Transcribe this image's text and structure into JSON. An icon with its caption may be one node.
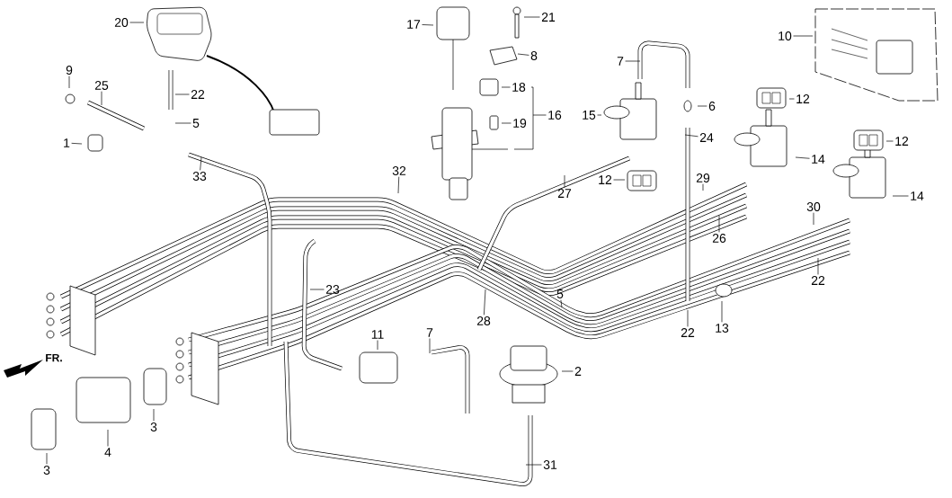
{
  "diagram": {
    "nodes": [
      {
        "text": [
          "21"
        ]
      },
      {
        "text": [
          "20"
        ]
      },
      {
        "text": [
          "17"
        ]
      },
      {
        "text": [
          "10"
        ]
      },
      {
        "text": [
          "8"
        ]
      },
      {
        "text": [
          "7"
        ]
      },
      {
        "text": [
          "9"
        ]
      },
      {
        "text": [
          "25"
        ]
      },
      {
        "text": [
          "18"
        ]
      },
      {
        "text": [
          "22"
        ]
      },
      {
        "text": [
          "12"
        ]
      },
      {
        "text": [
          "6"
        ]
      },
      {
        "text": [
          "15"
        ]
      },
      {
        "text": [
          "19"
        ]
      },
      {
        "text": [
          "16"
        ]
      },
      {
        "text": [
          "5"
        ]
      },
      {
        "text": [
          "24"
        ]
      },
      {
        "text": [
          "12"
        ]
      },
      {
        "text": [
          "1"
        ]
      },
      {
        "text": [
          "14"
        ]
      },
      {
        "text": [
          "32"
        ]
      },
      {
        "text": [
          "33"
        ]
      },
      {
        "text": [
          "29"
        ]
      },
      {
        "text": [
          "12"
        ]
      },
      {
        "text": [
          "27"
        ]
      },
      {
        "text": [
          "14"
        ]
      },
      {
        "text": [
          "30"
        ]
      },
      {
        "text": [
          "26"
        ]
      },
      {
        "text": [
          "22"
        ]
      },
      {
        "text": [
          "23"
        ]
      },
      {
        "text": [
          "5"
        ]
      },
      {
        "text": [
          "28"
        ]
      },
      {
        "text": [
          "13"
        ]
      },
      {
        "text": [
          "22"
        ]
      },
      {
        "text": [
          "7"
        ]
      },
      {
        "text": [
          "11"
        ]
      },
      {
        "text": [
          "2"
        ]
      },
      {
        "text": [
          "3"
        ]
      },
      {
        "text": [
          "4"
        ]
      },
      {
        "text": [
          "31"
        ]
      },
      {
        "text": [
          "3"
        ]
      }
    ],
    "edges": [
      {
        "from": 0,
        "to": null,
        "arrow": "none"
      },
      {
        "from": 1,
        "to": null,
        "arrow": "none"
      },
      {
        "from": 2,
        "to": null,
        "arrow": "none"
      },
      {
        "from": 3,
        "to": null,
        "arrow": "none"
      },
      {
        "from": 4,
        "to": null,
        "arrow": "none"
      },
      {
        "from": 5,
        "to": null,
        "arrow": "none"
      },
      {
        "from": 6,
        "to": null,
        "arrow": "none"
      },
      {
        "from": 7,
        "to": null,
        "arrow": "none"
      },
      {
        "from": 8,
        "to": null,
        "arrow": "none"
      },
      {
        "from": 9,
        "to": null,
        "arrow": "none"
      },
      {
        "from": 10,
        "to": null,
        "arrow": "none"
      },
      {
        "from": 11,
        "to": null,
        "arrow": "none"
      },
      {
        "from": 12,
        "to": null,
        "arrow": "none"
      },
      {
        "from": 13,
        "to": null,
        "arrow": "none"
      },
      {
        "from": 14,
        "to": null,
        "arrow": "none"
      },
      {
        "from": 15,
        "to": null,
        "arrow": "none"
      },
      {
        "from": 16,
        "to": null,
        "arrow": "none"
      },
      {
        "from": 17,
        "to": null,
        "arrow": "none"
      },
      {
        "from": 18,
        "to": null,
        "arrow": "none"
      },
      {
        "from": 19,
        "to": null,
        "arrow": "none"
      },
      {
        "from": 20,
        "to": null,
        "arrow": "none"
      },
      {
        "from": 21,
        "to": null,
        "arrow": "none"
      },
      {
        "from": 22,
        "to": null,
        "arrow": "none"
      },
      {
        "from": 23,
        "to": null,
        "arrow": "none"
      },
      {
        "from": 24,
        "to": null,
        "arrow": "none"
      },
      {
        "from": 25,
        "to": null,
        "arrow": "none"
      },
      {
        "from": 26,
        "to": null,
        "arrow": "none"
      },
      {
        "from": 27,
        "to": null,
        "arrow": "none"
      },
      {
        "from": 28,
        "to": null,
        "arrow": "none"
      },
      {
        "from": 29,
        "to": null,
        "arrow": "none"
      },
      {
        "from": 30,
        "to": null,
        "arrow": "none"
      },
      {
        "from": 31,
        "to": null,
        "arrow": "none"
      },
      {
        "from": 32,
        "to": null,
        "arrow": "none"
      },
      {
        "from": 33,
        "to": null,
        "arrow": "none"
      },
      {
        "from": 34,
        "to": null,
        "arrow": "none"
      },
      {
        "from": 35,
        "to": null,
        "arrow": "none"
      },
      {
        "from": 36,
        "to": null,
        "arrow": "none"
      },
      {
        "from": 37,
        "to": null,
        "arrow": "none"
      },
      {
        "from": 38,
        "to": null,
        "arrow": "none"
      },
      {
        "from": 39,
        "to": null,
        "arrow": "none"
      },
      {
        "from": 40,
        "to": null,
        "arrow": "none"
      }
    ],
    "labels": [
      "FR."
    ]
  }
}
